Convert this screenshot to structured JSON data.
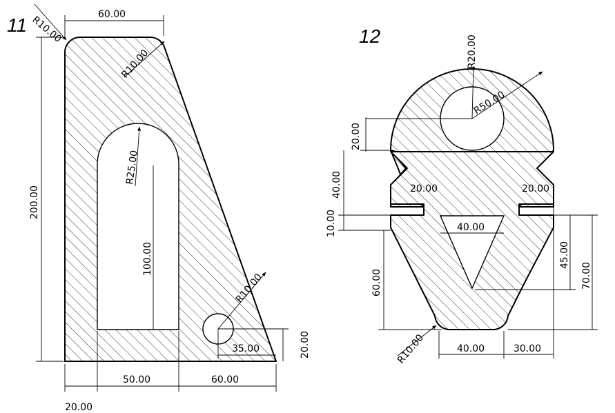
{
  "figures": [
    {
      "label": "11",
      "dimensions": {
        "top_width": "60.00",
        "top_left_radius": "R10.00",
        "top_right_radius": "R10.00",
        "height": "200.00",
        "slot_radius": "R25.00",
        "slot_height": "100.00",
        "small_hole_radius": "R10.00",
        "hole_offset_x": "35.00",
        "hole_offset_y": "20.00",
        "bottom_left": "20.00",
        "slot_width": "50.00",
        "bottom_right": "60.00"
      }
    },
    {
      "label": "12",
      "dimensions": {
        "hole_radius": "R20.00",
        "outer_radius": "R50.00",
        "upper_height": "20.00",
        "notch_height": "40.00",
        "notch_left": "20.00",
        "notch_right": "20.00",
        "gap_height": "10.00",
        "triangle_width": "40.00",
        "lower_height": "60.00",
        "triangle_height": "45.00",
        "total_lower": "70.00",
        "bottom_radius": "R10.00",
        "bottom_width": "40.00",
        "bottom_offset": "30.00"
      }
    }
  ]
}
